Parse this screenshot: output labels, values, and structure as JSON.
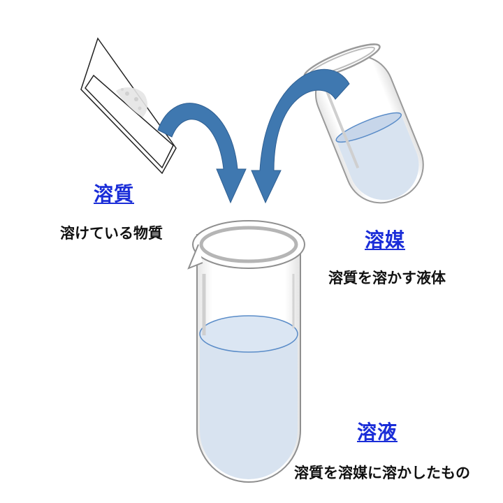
{
  "labels": {
    "solute": {
      "term": "溶質",
      "description": "溶けている物質"
    },
    "solvent": {
      "term": "溶媒",
      "description": "溶質を溶かす液体"
    },
    "solution": {
      "term": "溶液",
      "description": "溶質を溶媒に溶かしたもの"
    }
  },
  "colors": {
    "term_text": "#1a2dd8",
    "arrow": "#3f78b0",
    "liquid": "#d8e3f0",
    "liquid_edge": "#5a8cc8",
    "glass_outline": "#999999"
  },
  "icons": [
    "paper-packet-icon",
    "tilted-beaker-icon",
    "curved-arrow-icon",
    "test-tube-beaker-icon"
  ]
}
